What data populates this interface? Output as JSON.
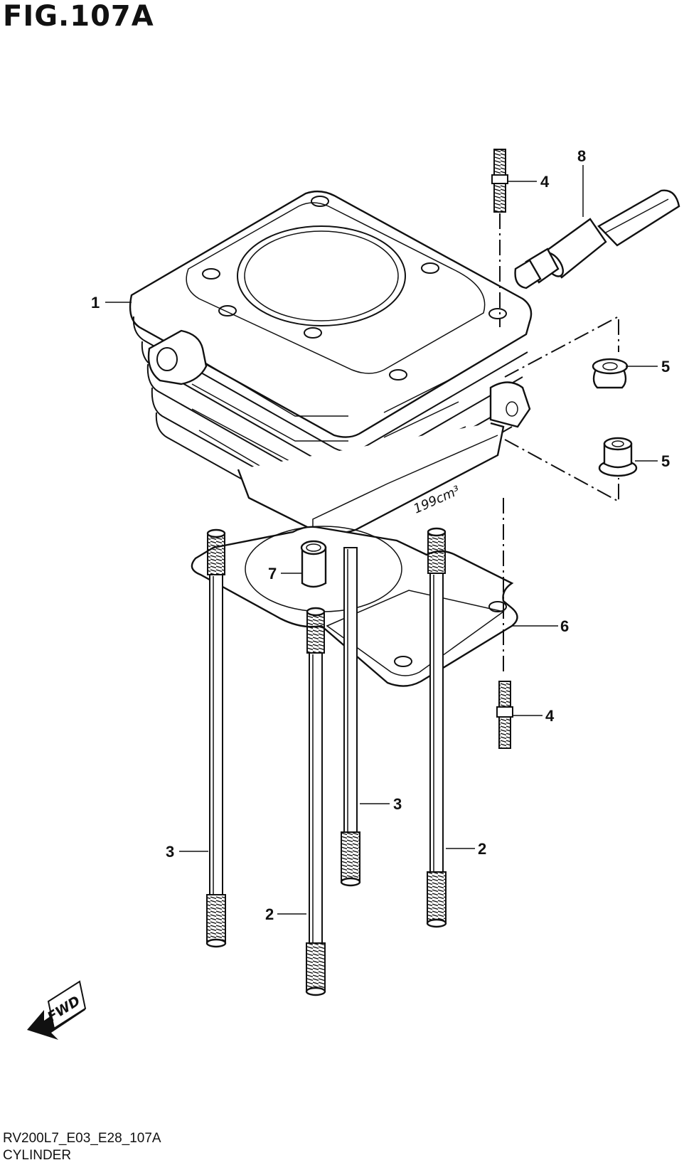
{
  "title": "FIG.107A",
  "diagram_code": "RV200L7_E03_E28_107A",
  "diagram_name": "CYLINDER",
  "displacement_mark": "199cm³",
  "fwd_label": "FWD",
  "callouts": {
    "c1": "1",
    "c2a": "2",
    "c2b": "2",
    "c3a": "3",
    "c3b": "3",
    "c4a": "4",
    "c4b": "4",
    "c5a": "5",
    "c5b": "5",
    "c6": "6",
    "c7": "7",
    "c8": "8"
  }
}
